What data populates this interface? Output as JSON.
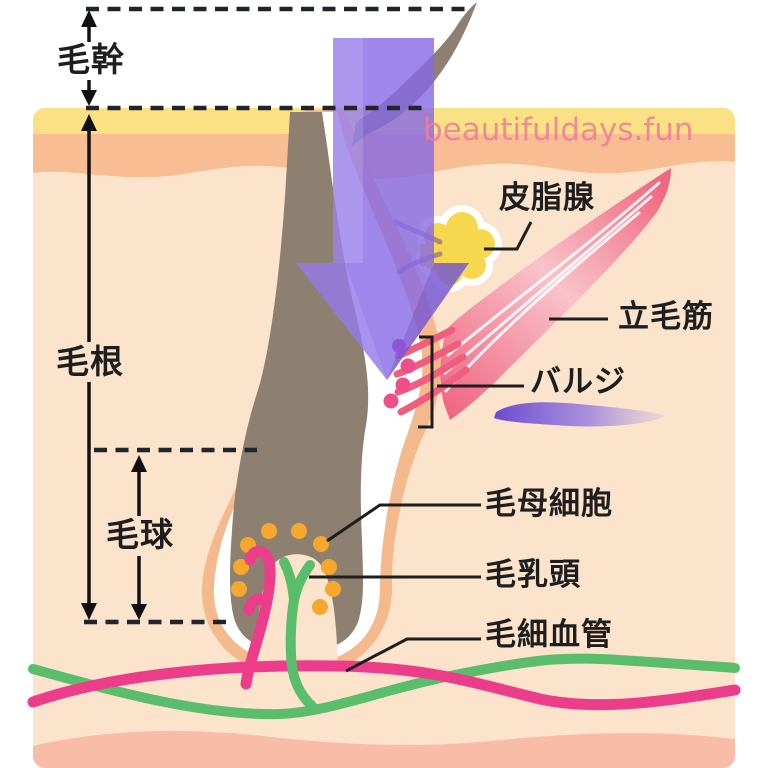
{
  "title": "hair follicle anatomy diagram",
  "watermark": {
    "text": "beautifuldays.fun"
  },
  "labels": {
    "hair_shaft": "毛幹",
    "hair_root": "毛根",
    "hair_bulb": "毛球",
    "sebaceous_gland": "皮脂腺",
    "arrector_pili": "立毛筋",
    "bulge": "バルジ",
    "matrix_cells": "毛母細胞",
    "dermal_papilla": "毛乳頭",
    "capillary": "毛細血管"
  },
  "colors": {
    "skin_surface_yellow": "#FAE183",
    "skin_upper_orange": "#F8BD92",
    "skin_base_peach": "#FBE3CC",
    "skin_deep_salmon": "#F9BCA8",
    "follicle_sheath_salmon": "#F5B98E",
    "inner_sheath_white": "#FFFFFF",
    "hair_brown": "#8D8071",
    "arrow_purple": "#8968E8",
    "gland_yellow": "#F6D84F",
    "muscle_pink": "#F0677F",
    "muscle_light_pink": "#F8C3CB",
    "matrix_dot_orange": "#F5A72E",
    "bulge_dot_pink": "#EE4F86",
    "bulge_dot_purple": "#8E56D6",
    "vessel_pink": "#EC3D8B",
    "vessel_green": "#5ABD6C",
    "brush_purple": "#6A4BD0",
    "annotation_black": "#1E1E1E",
    "watermark_pink": "#EE7C9B"
  }
}
